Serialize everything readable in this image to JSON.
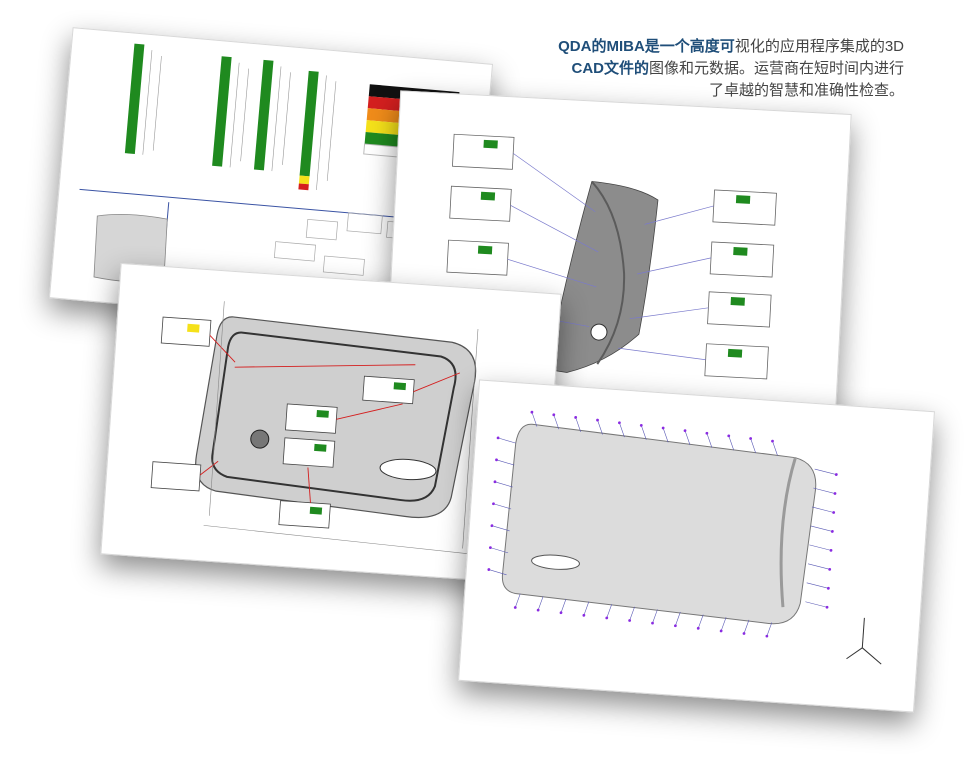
{
  "caption": {
    "part1": "QDA的MIBA",
    "part2": "是一个高度可",
    "part3": "视化的应用程序集成的3D",
    "part4": "CAD文件的",
    "part5": "图像和元数据。运营商在短时间内进行",
    "part6": "了卓越的智慧和准确性检查。"
  },
  "colors": {
    "accent": "#1f4e79",
    "green": "#1f8a1f",
    "red": "#d41f1f",
    "orange": "#f08c1a",
    "yellow": "#f5e11a",
    "dark": "#111111"
  }
}
